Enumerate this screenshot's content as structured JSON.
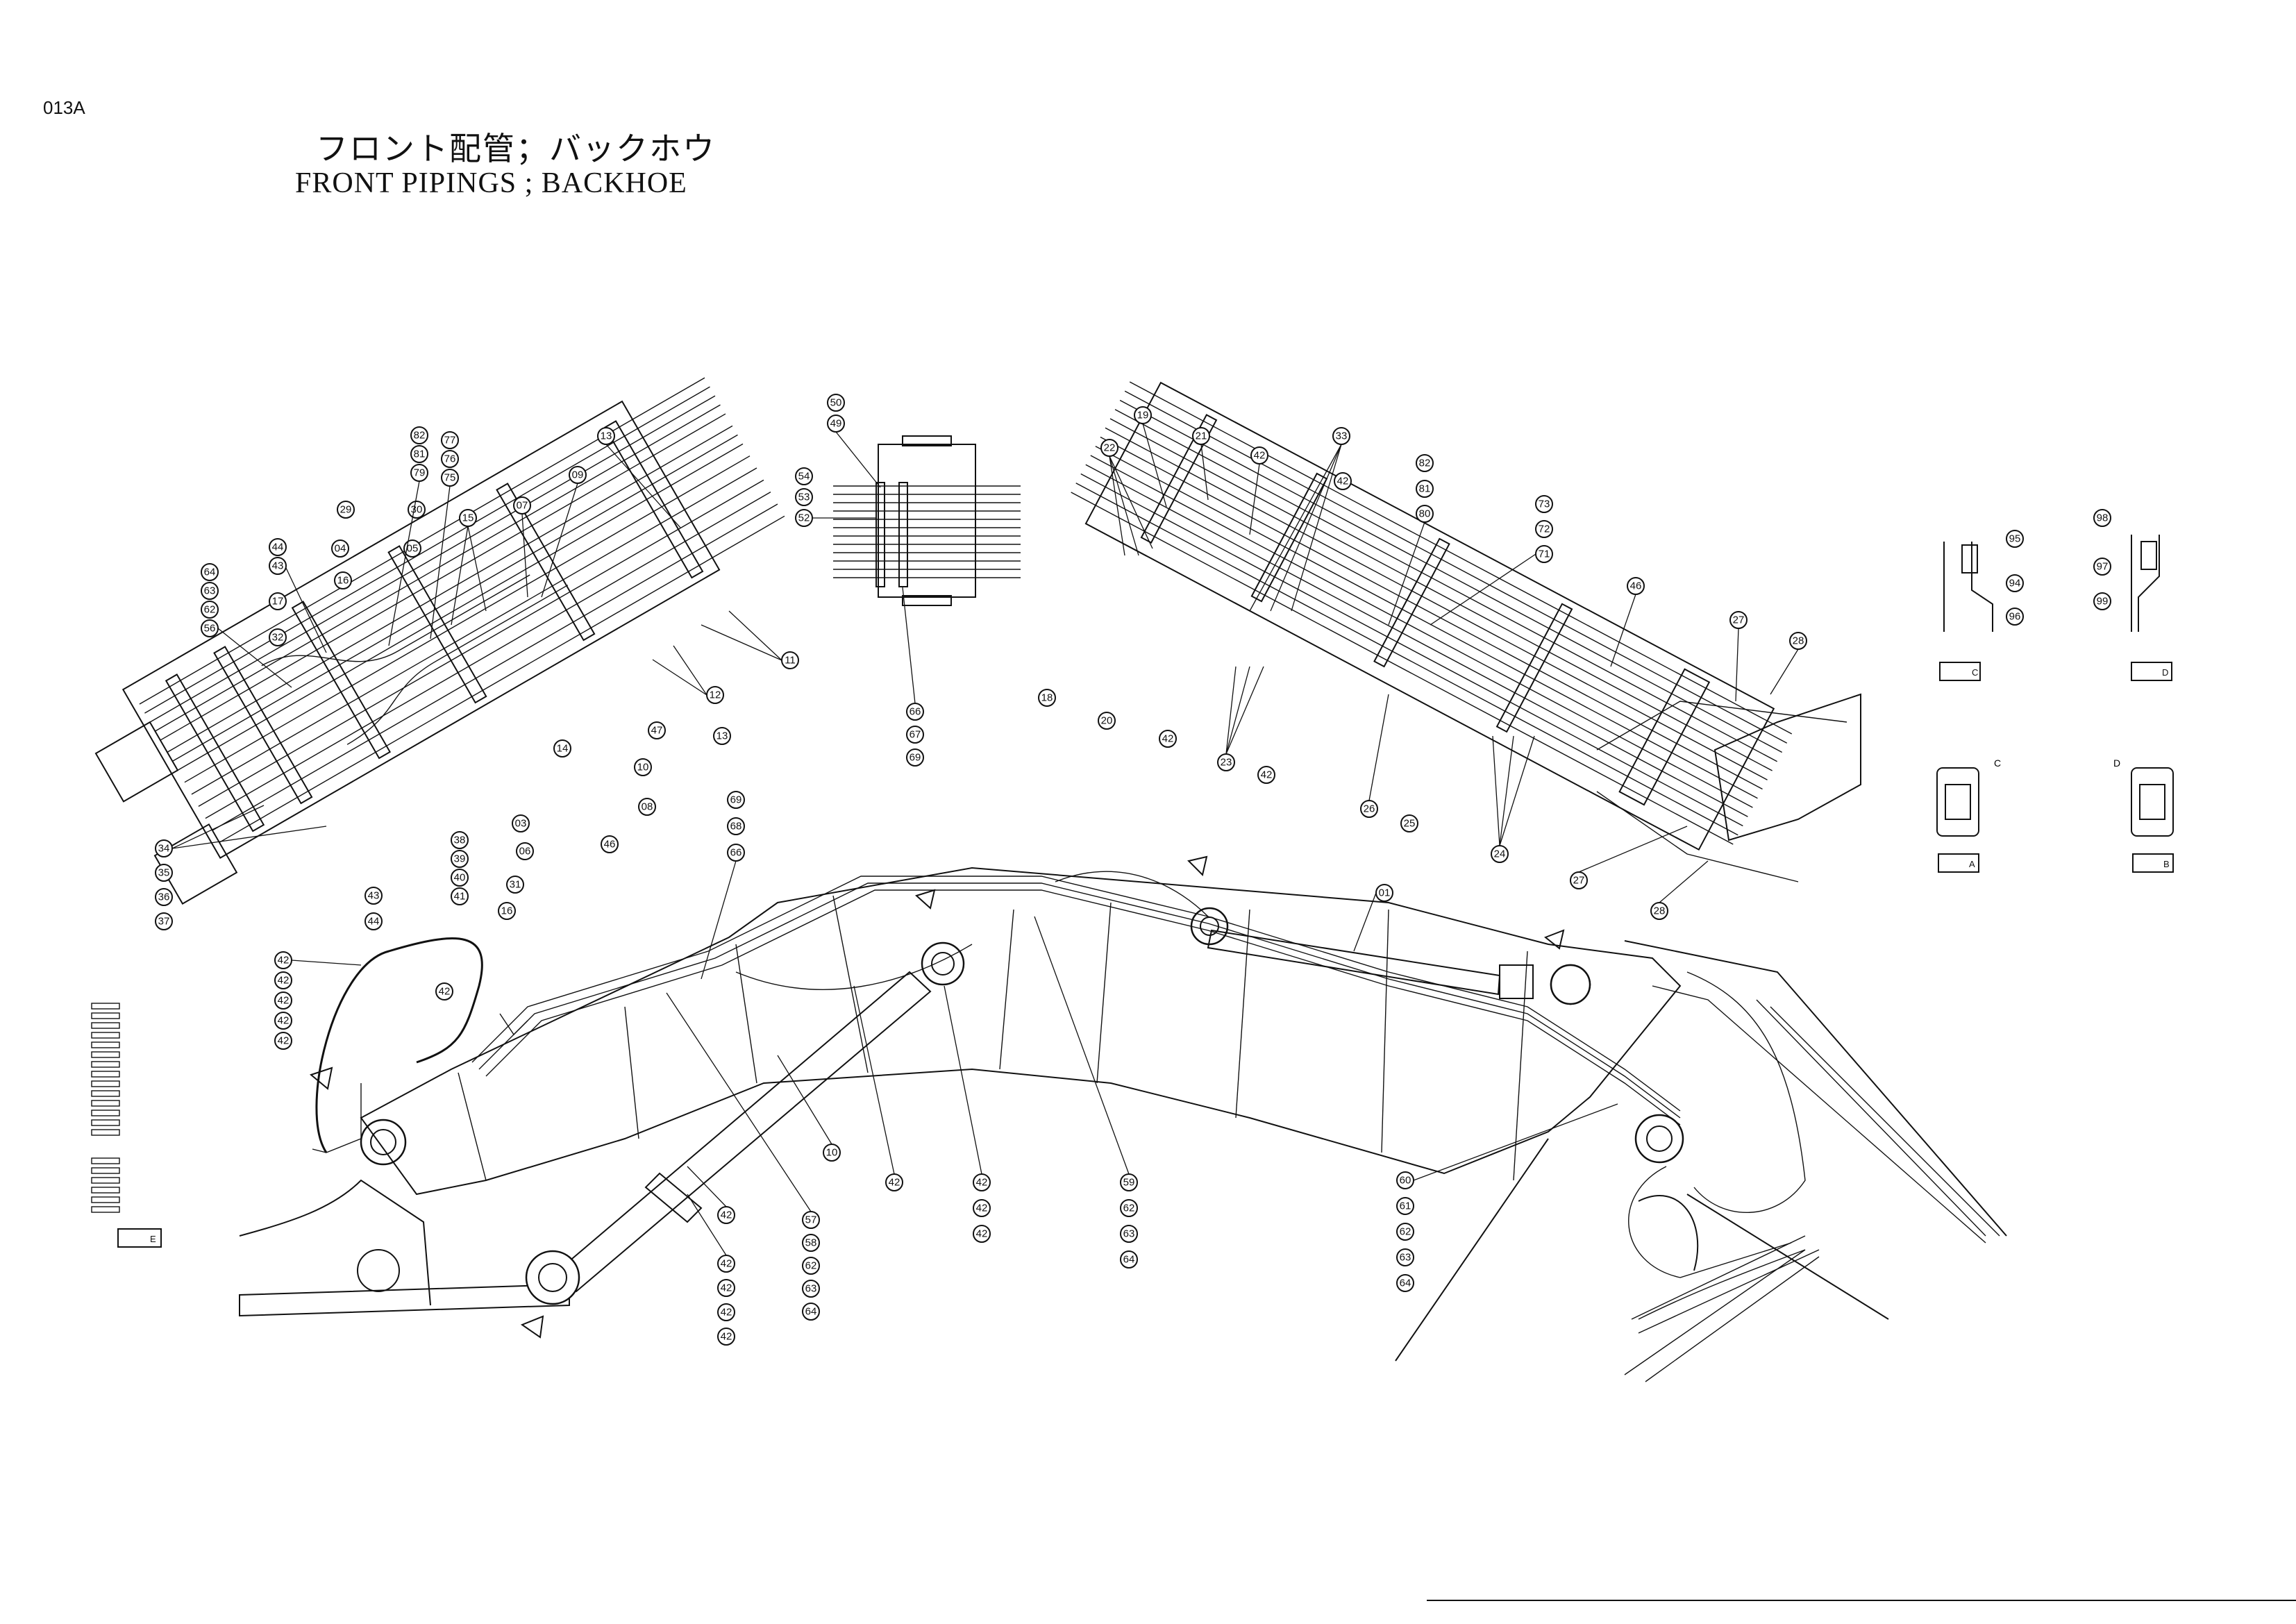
{
  "page": {
    "code": "013A",
    "title_jp": "フロント配管；バックホウ",
    "title_en": "FRONT  PIPINGS ; BACKHOE"
  },
  "view_tags": {
    "c": "C",
    "d": "D",
    "e": "E",
    "a": "A",
    "b": "B",
    "c_marker": "C",
    "d_marker": "D"
  },
  "icons": {
    "view_arrow": "triangle-arrow-icon"
  }
}
